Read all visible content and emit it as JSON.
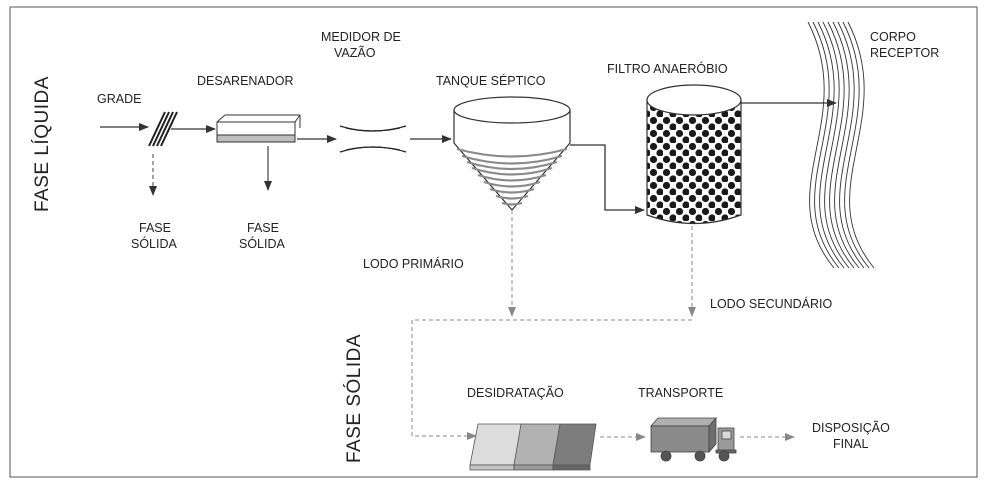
{
  "phase_labels": {
    "liquid": "FASE LÍQUIDA",
    "solid": "FASE SÓLIDA"
  },
  "units": {
    "grade": "GRADE",
    "desarenador": "DESARENADOR",
    "medidor": [
      "MEDIDOR DE",
      "VAZÃO"
    ],
    "tanque": "TANQUE SÉPTICO",
    "filtro": "FILTRO ANAERÓBIO",
    "corpo": [
      "CORPO",
      "RECEPTOR"
    ],
    "fase_solida_1": [
      "FASE",
      "SÓLIDA"
    ],
    "fase_solida_2": [
      "FASE",
      "SÓLIDA"
    ],
    "lodo_primario": "LODO PRIMÁRIO",
    "lodo_secundario": "LODO SECUNDÁRIO",
    "desidratacao": "DESIDRATAÇÃO",
    "transporte": "TRANSPORTE",
    "disposicao": [
      "DISPOSIÇÃO",
      "FINAL"
    ]
  },
  "colors": {
    "line": "#333333",
    "dashed": "#888888",
    "dehydration_blocks": [
      "#cfcfcf",
      "#a9a9a9",
      "#7d7d7d"
    ],
    "truck": "#8a8a8a"
  }
}
